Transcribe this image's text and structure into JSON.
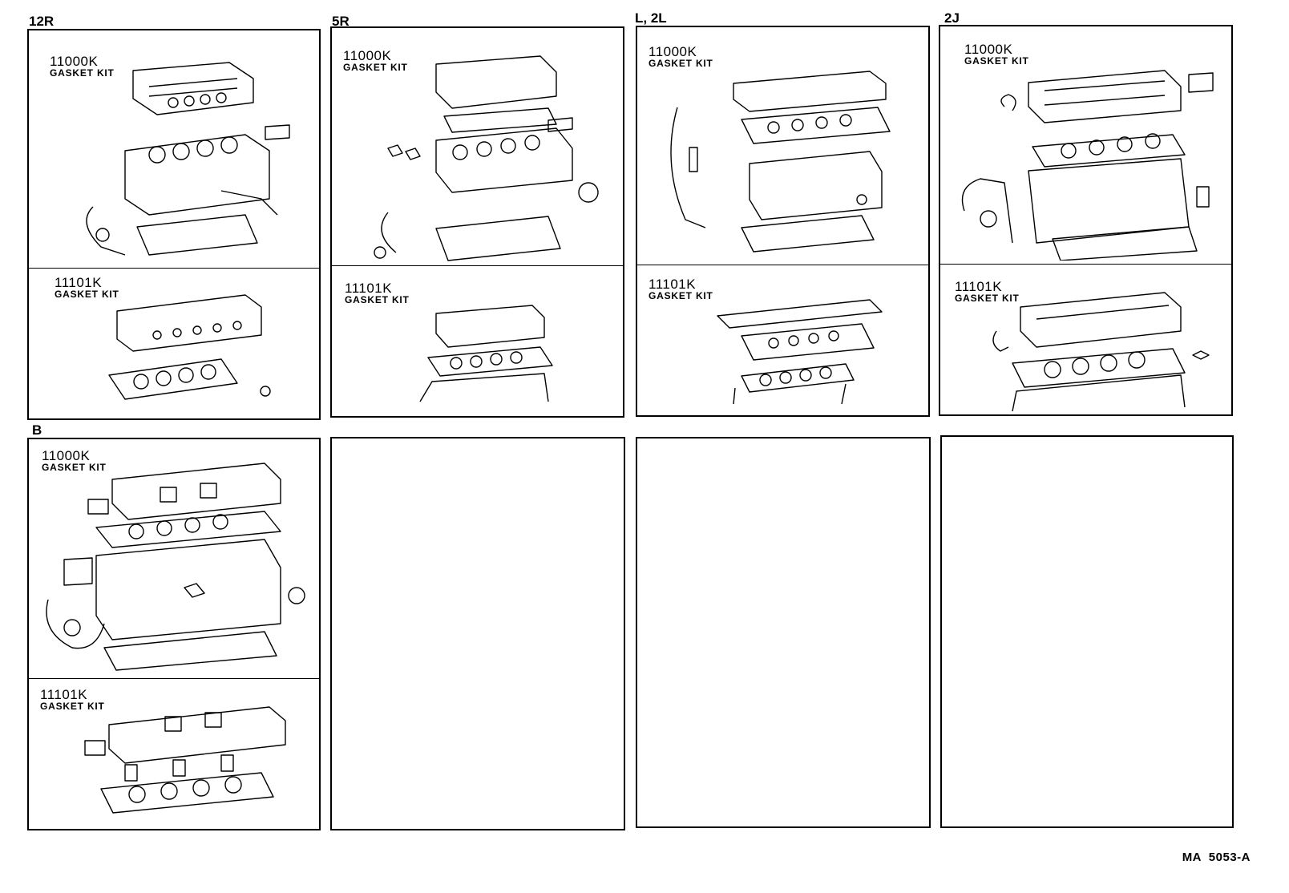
{
  "sections": [
    {
      "engine": "12R",
      "kits": [
        {
          "part_number": "11000K",
          "name": "GASKET KIT"
        },
        {
          "part_number": "11101K",
          "name": "GASKET KIT"
        }
      ]
    },
    {
      "engine": "5R",
      "kits": [
        {
          "part_number": "11000K",
          "name": "GASKET KIT"
        },
        {
          "part_number": "11101K",
          "name": "GASKET KIT"
        }
      ]
    },
    {
      "engine": "L, 2L",
      "kits": [
        {
          "part_number": "11000K",
          "name": "GASKET KIT"
        },
        {
          "part_number": "11101K",
          "name": "GASKET KIT"
        }
      ]
    },
    {
      "engine": "2J",
      "kits": [
        {
          "part_number": "11000K",
          "name": "GASKET KIT"
        },
        {
          "part_number": "11101K",
          "name": "GASKET KIT"
        }
      ]
    },
    {
      "engine": "B",
      "kits": [
        {
          "part_number": "11000K",
          "name": "GASKET KIT"
        },
        {
          "part_number": "11101K",
          "name": "GASKET KIT"
        }
      ]
    }
  ],
  "reference_code": "MA  5053-A"
}
